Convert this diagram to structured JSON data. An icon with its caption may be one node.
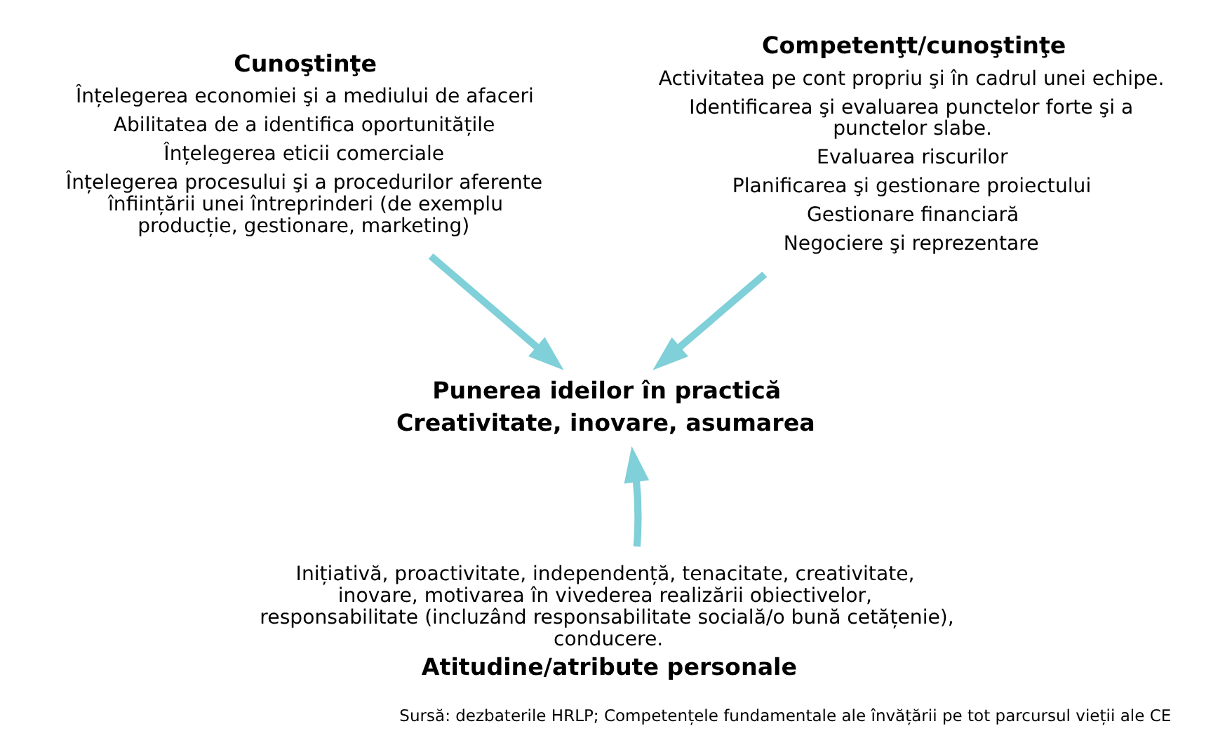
{
  "diagram": {
    "caption": "Sursă: dezbaterile HRLP; Competențele fundamentale ale învățării pe tot parcursul vieții ale CE",
    "nodes": [
      {
        "text": [
          "Cunoştinţe",
          "Înțelegerea economiei şi a mediului de afaceri",
          "Abilitatea de a identifica oportunitățile",
          "Înțelegerea eticii comerciale",
          "Înțelegerea procesului şi a procedurilor aferente înființării unei întreprinderi (de exemplu producție, gestionare, marketing)"
        ]
      },
      {
        "text": [
          "Competenţt/cunoştinţe",
          "Activitatea pe cont propriu şi în cadrul unei echipe.",
          "Identificarea şi evaluarea punctelor forte şi a punctelor slabe.",
          "Evaluarea riscurilor",
          "Planificarea şi gestionare proiectului",
          "Gestionare financiară",
          "Negociere şi reprezentare"
        ]
      },
      {
        "text": [
          "Punerea ideilor în practică",
          "Creativitate, inovare, asumarea"
        ]
      },
      {
        "text": [
          "Inițiativă, proactivitate, independență, tenacitate, creativitate, inovare, motivarea în vivederea realizării obiectivelor, responsabilitate (incluzând responsabilitate socială/o bună cetățenie), conducere.",
          "Atitudine/atribute personale"
        ]
      }
    ],
    "edges": [
      {
        "from": 0,
        "to": 2,
        "arrow": "to"
      },
      {
        "from": 1,
        "to": 2,
        "arrow": "to"
      },
      {
        "from": 3,
        "to": 2,
        "arrow": "to"
      }
    ]
  }
}
